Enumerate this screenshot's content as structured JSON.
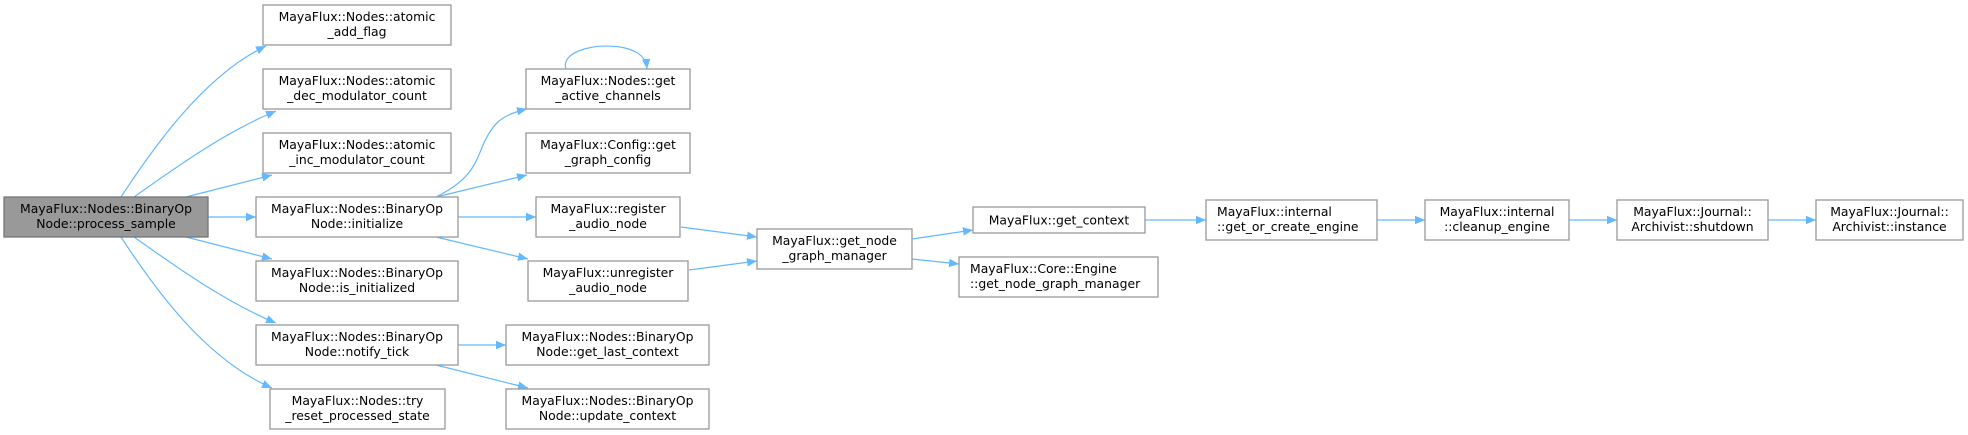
{
  "colors": {
    "edge": "#63b8ff",
    "node_border": "#999999",
    "root_fill": "#999999"
  },
  "nodes": [
    {
      "id": "process_sample",
      "lines": [
        "MayaFlux::Nodes::BinaryOp",
        "Node::process_sample"
      ],
      "root": true
    },
    {
      "id": "atomic_add_flag",
      "lines": [
        "MayaFlux::Nodes::atomic",
        "_add_flag"
      ]
    },
    {
      "id": "atomic_dec",
      "lines": [
        "MayaFlux::Nodes::atomic",
        "_dec_modulator_count"
      ]
    },
    {
      "id": "atomic_inc",
      "lines": [
        "MayaFlux::Nodes::atomic",
        "_inc_modulator_count"
      ]
    },
    {
      "id": "initialize",
      "lines": [
        "MayaFlux::Nodes::BinaryOp",
        "Node::initialize"
      ]
    },
    {
      "id": "is_initialized",
      "lines": [
        "MayaFlux::Nodes::BinaryOp",
        "Node::is_initialized"
      ]
    },
    {
      "id": "notify_tick",
      "lines": [
        "MayaFlux::Nodes::BinaryOp",
        "Node::notify_tick"
      ]
    },
    {
      "id": "try_reset",
      "lines": [
        "MayaFlux::Nodes::try",
        "_reset_processed_state"
      ]
    },
    {
      "id": "get_active_channels",
      "lines": [
        "MayaFlux::Nodes::get",
        "_active_channels"
      ]
    },
    {
      "id": "get_graph_config",
      "lines": [
        "MayaFlux::Config::get",
        "_graph_config"
      ]
    },
    {
      "id": "register_audio_node",
      "lines": [
        "MayaFlux::register",
        "_audio_node"
      ]
    },
    {
      "id": "unregister_audio_node",
      "lines": [
        "MayaFlux::unregister",
        "_audio_node"
      ]
    },
    {
      "id": "get_last_context",
      "lines": [
        "MayaFlux::Nodes::BinaryOp",
        "Node::get_last_context"
      ]
    },
    {
      "id": "update_context",
      "lines": [
        "MayaFlux::Nodes::BinaryOp",
        "Node::update_context"
      ]
    },
    {
      "id": "get_node_graph_manager",
      "lines": [
        "MayaFlux::get_node",
        "_graph_manager"
      ]
    },
    {
      "id": "get_context",
      "lines": [
        "MayaFlux::get_context"
      ]
    },
    {
      "id": "engine_get_node_graph_manager",
      "lines": [
        "MayaFlux::Core::Engine",
        "::get_node_graph_manager"
      ]
    },
    {
      "id": "get_or_create_engine",
      "lines": [
        "MayaFlux::internal",
        "::get_or_create_engine"
      ]
    },
    {
      "id": "cleanup_engine",
      "lines": [
        "MayaFlux::internal",
        "::cleanup_engine"
      ]
    },
    {
      "id": "archivist_shutdown",
      "lines": [
        "MayaFlux::Journal::",
        "Archivist::shutdown"
      ]
    },
    {
      "id": "archivist_instance",
      "lines": [
        "MayaFlux::Journal::",
        "Archivist::instance"
      ]
    }
  ],
  "edges": [
    [
      "process_sample",
      "atomic_add_flag"
    ],
    [
      "process_sample",
      "atomic_dec"
    ],
    [
      "process_sample",
      "atomic_inc"
    ],
    [
      "process_sample",
      "initialize"
    ],
    [
      "process_sample",
      "is_initialized"
    ],
    [
      "process_sample",
      "notify_tick"
    ],
    [
      "process_sample",
      "try_reset"
    ],
    [
      "initialize",
      "get_active_channels"
    ],
    [
      "initialize",
      "get_graph_config"
    ],
    [
      "initialize",
      "register_audio_node"
    ],
    [
      "initialize",
      "unregister_audio_node"
    ],
    [
      "get_active_channels",
      "get_active_channels"
    ],
    [
      "notify_tick",
      "get_last_context"
    ],
    [
      "notify_tick",
      "update_context"
    ],
    [
      "register_audio_node",
      "get_node_graph_manager"
    ],
    [
      "unregister_audio_node",
      "get_node_graph_manager"
    ],
    [
      "get_node_graph_manager",
      "get_context"
    ],
    [
      "get_node_graph_manager",
      "engine_get_node_graph_manager"
    ],
    [
      "get_context",
      "get_or_create_engine"
    ],
    [
      "get_or_create_engine",
      "cleanup_engine"
    ],
    [
      "cleanup_engine",
      "archivist_shutdown"
    ],
    [
      "archivist_shutdown",
      "archivist_instance"
    ]
  ]
}
